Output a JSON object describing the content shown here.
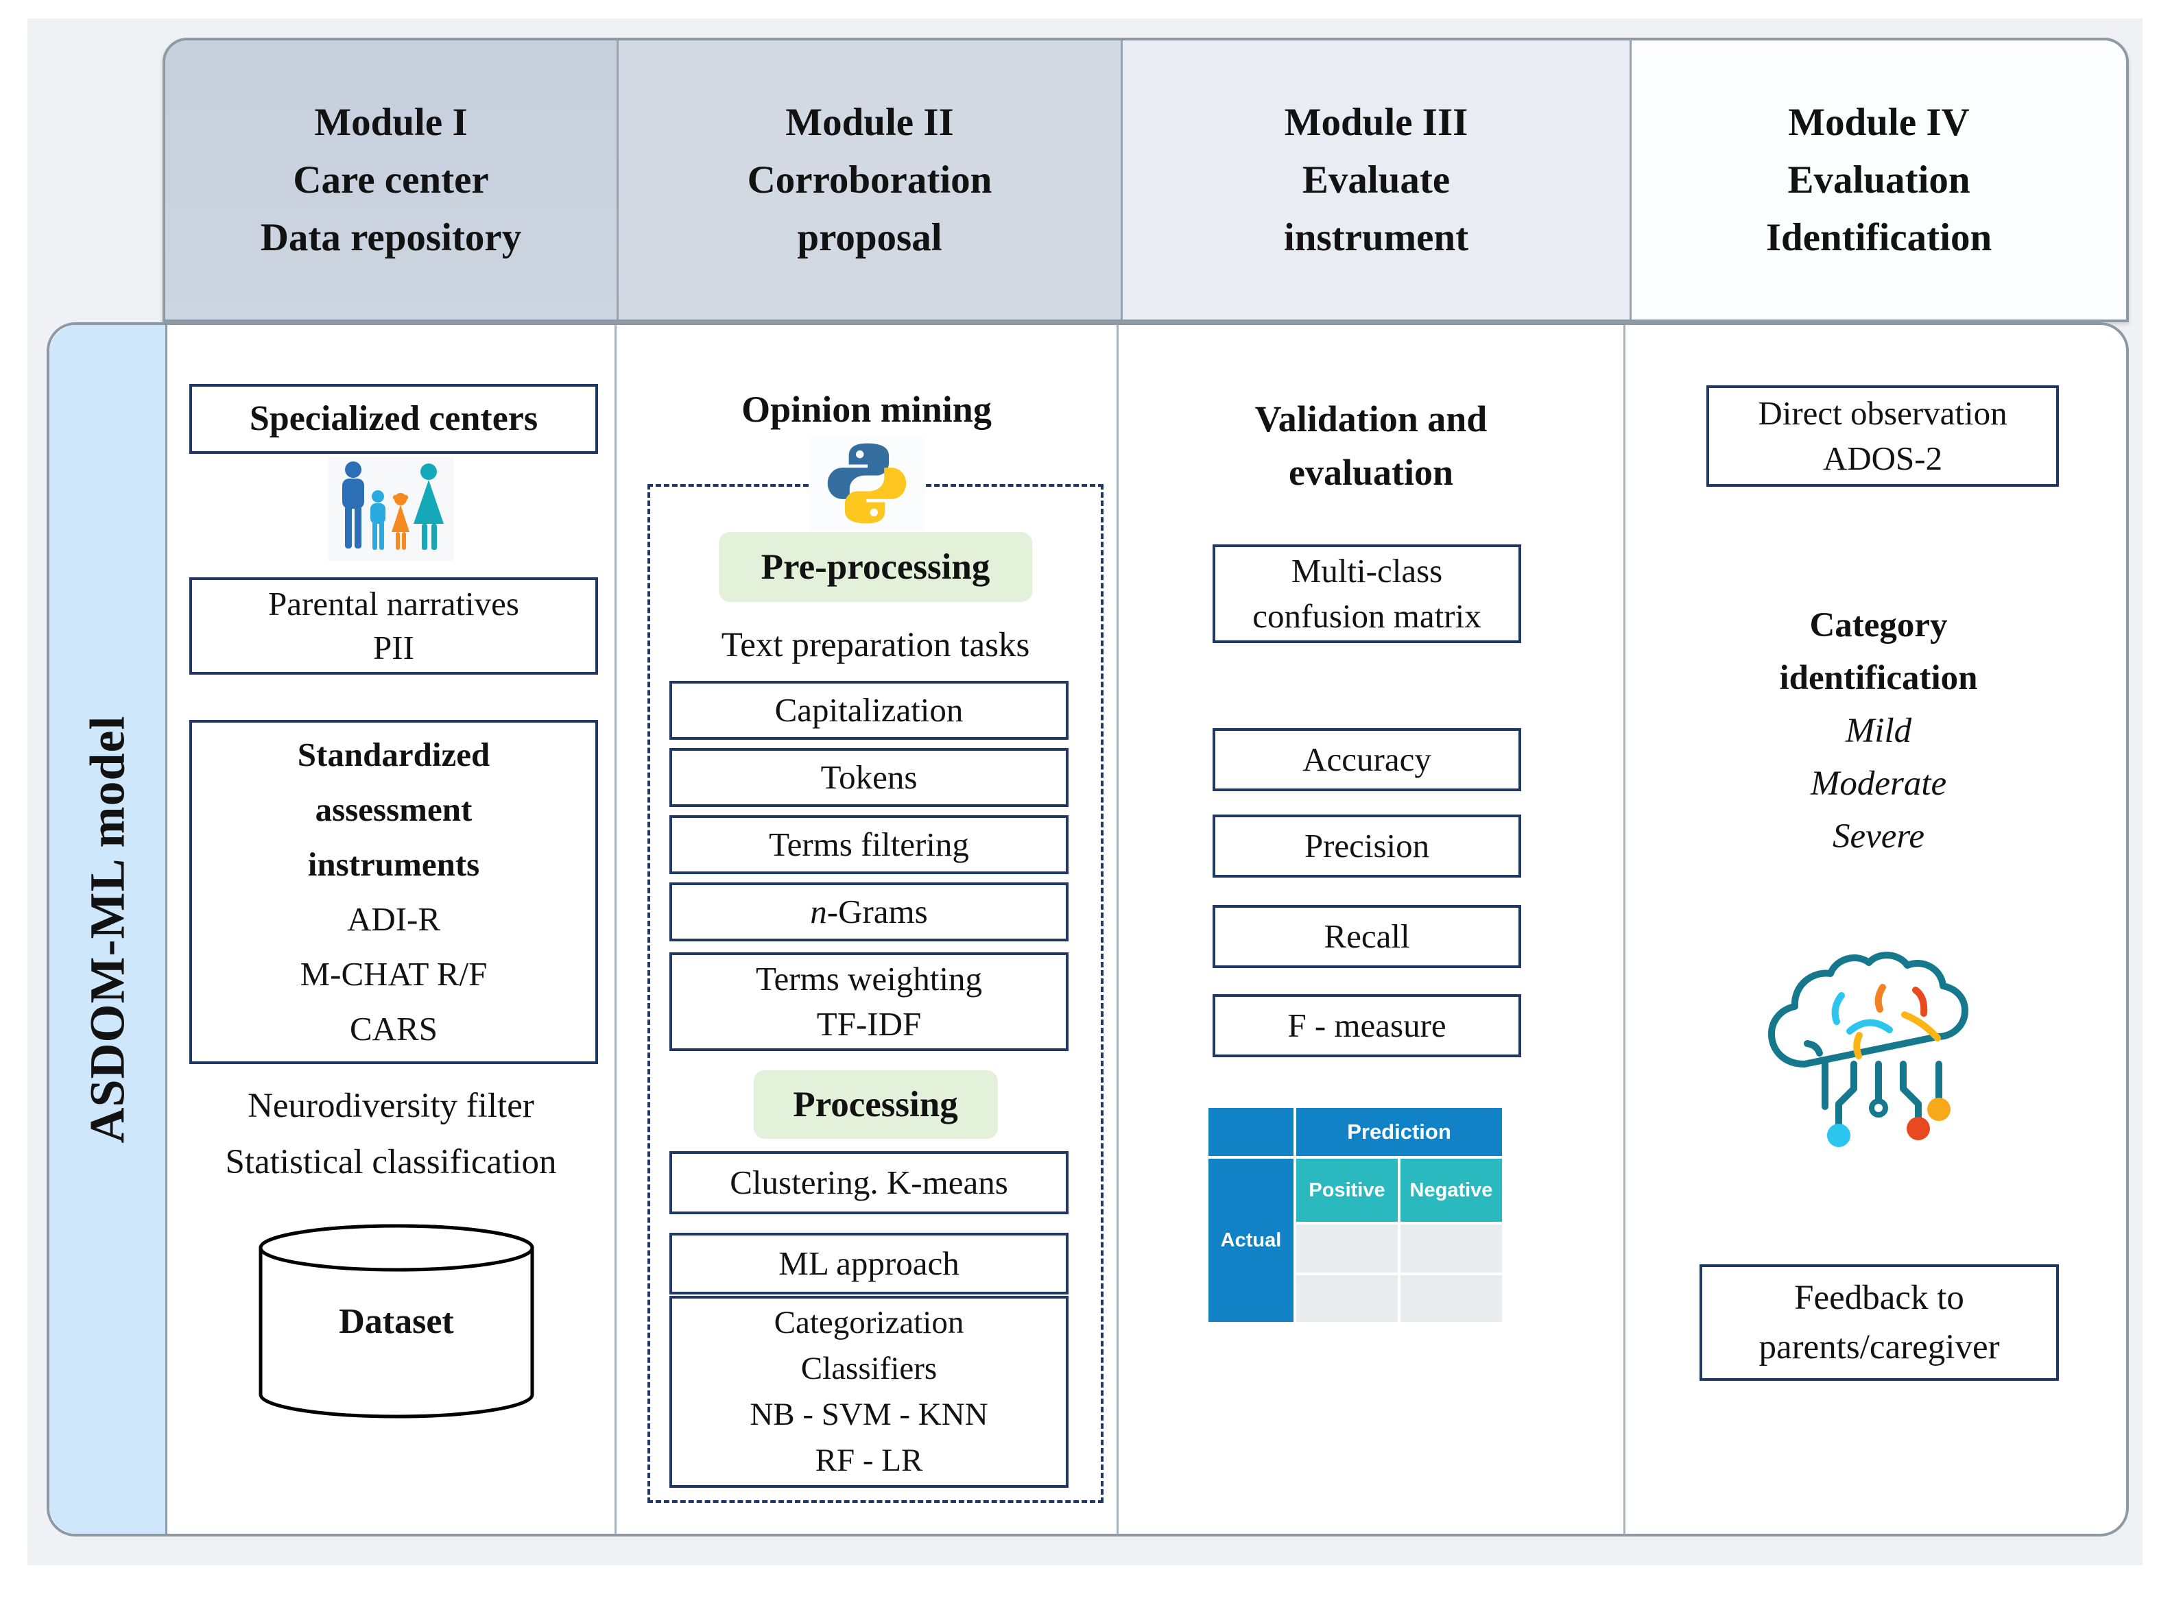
{
  "header": {
    "modules": [
      {
        "lines": [
          "Module I",
          "Care center",
          "Data repository"
        ]
      },
      {
        "lines": [
          "Module II",
          "Corroboration",
          "proposal"
        ]
      },
      {
        "lines": [
          "Module III",
          "Evaluate",
          "instrument"
        ]
      },
      {
        "lines": [
          "Module IV",
          "Evaluation",
          "Identification"
        ]
      }
    ]
  },
  "sidebar": {
    "label": "ASDOM-ML model"
  },
  "module1": {
    "specialized_centers": "Specialized centers",
    "parental_lines": [
      "Parental narratives",
      "PII"
    ],
    "standardized_bold_lines": [
      "Standardized",
      "assessment",
      "instruments"
    ],
    "standardized_items": [
      "ADI-R",
      "M-CHAT R/F",
      "CARS"
    ],
    "filter_lines": [
      "Neurodiversity filter",
      "Statistical classification"
    ],
    "dataset_label": "Dataset"
  },
  "module2": {
    "title": "Opinion mining",
    "preprocessing_label": "Pre-processing",
    "text_preparation": "Text preparation tasks",
    "step_capitalization": "Capitalization",
    "step_tokens": "Tokens",
    "step_terms_filtering": "Terms filtering",
    "ngrams": {
      "italic": "n",
      "rest": "-Grams"
    },
    "terms_weighting_lines": [
      "Terms weighting",
      "TF-IDF"
    ],
    "processing_label": "Processing",
    "clustering": "Clustering. K-means",
    "ml_approach": "ML approach",
    "categorization_lines": [
      "Categorization",
      "Classifiers",
      "NB - SVM - KNN",
      "RF - LR"
    ]
  },
  "module3": {
    "title_lines": [
      "Validation and",
      "evaluation"
    ],
    "confusion_box_lines": [
      "Multi-class",
      "confusion matrix"
    ],
    "metrics": [
      "Accuracy",
      "Precision",
      "Recall",
      "F - measure"
    ],
    "matrix": {
      "prediction": "Prediction",
      "actual": "Actual",
      "positive": "Positive",
      "negative": "Negative"
    }
  },
  "module4": {
    "direct_observation_lines": [
      "Direct observation",
      "ADOS-2"
    ],
    "category_lines": [
      "Category",
      "identification"
    ],
    "severity_levels": [
      "Mild",
      "Moderate",
      "Severe"
    ],
    "feedback_lines": [
      "Feedback to",
      "parents/caregiver"
    ]
  },
  "colors": {
    "navy_border": "#1f3864",
    "green_label_bg": "#e3f0da",
    "sidebar_bg": "#cfe7fb",
    "matrix_blue": "#1182c5",
    "matrix_teal": "#29b9be",
    "matrix_cell_gray": "#e9ecee",
    "python_blue": "#336e9e",
    "python_yellow": "#fdc71f",
    "brain_outline": "#16788c"
  }
}
